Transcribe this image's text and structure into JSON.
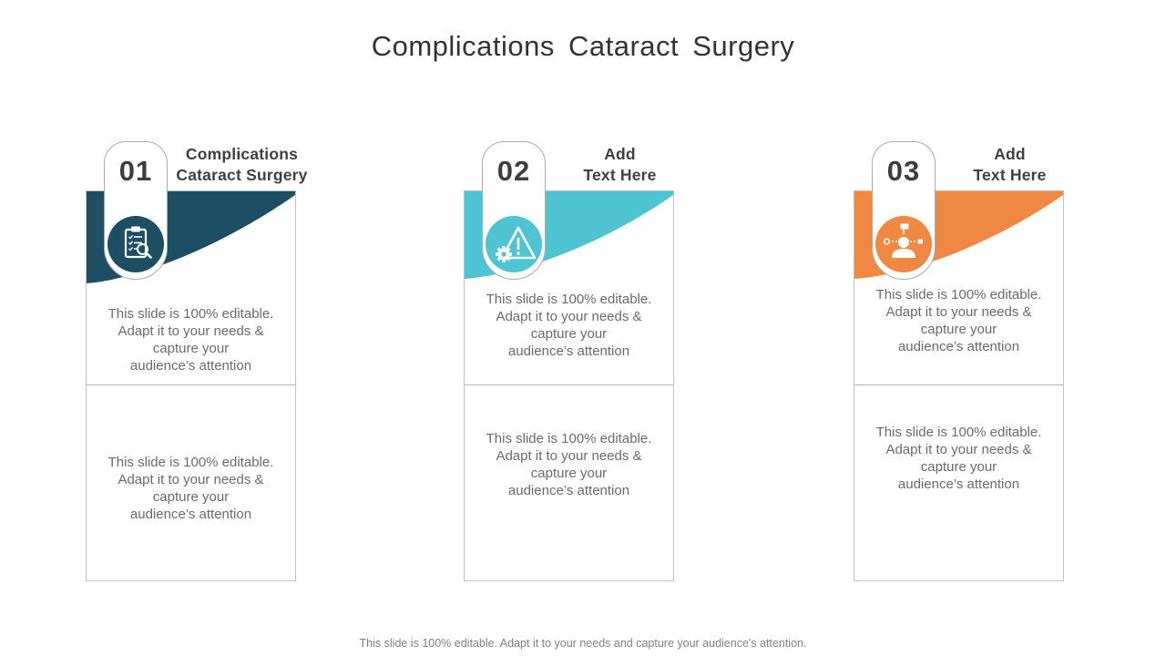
{
  "title": "Complications Cataract Surgery",
  "footer": "This slide is 100% editable. Adapt it to your needs and capture your audience's attention.",
  "colors": {
    "accent_dark_teal": "#1d4e63",
    "accent_teal": "#4ec3d1",
    "accent_orange": "#ef8843",
    "title_text": "#333333",
    "heading_text": "#404040",
    "body_text": "#6a6a6a",
    "card_border": "#c2c2c2"
  },
  "cards": [
    {
      "number": "01",
      "heading": "Complications\nCataract Surgery",
      "icon": "clipboard-search-icon",
      "accent": "#1d4e63",
      "body_top": "This slide is 100% editable.\nAdapt it to your needs &\ncapture your\naudience’s attention",
      "body_bottom": "This slide is 100% editable.\nAdapt it to your needs &\ncapture your\naudience’s attention"
    },
    {
      "number": "02",
      "heading": "Add\nText Here",
      "icon": "warning-gear-icon",
      "accent": "#4ec3d1",
      "body_top": "This slide is 100% editable.\nAdapt it to your needs &\ncapture your\naudience’s attention",
      "body_bottom": "This slide is 100% editable.\nAdapt it to your needs &\ncapture your\naudience’s attention"
    },
    {
      "number": "03",
      "heading": "Add\nText Here",
      "icon": "person-network-icon",
      "accent": "#ef8843",
      "body_top": "This slide is 100% editable.\nAdapt it to your needs &\ncapture your\naudience’s attention",
      "body_bottom": "This slide is 100% editable.\nAdapt it to your needs &\ncapture your\naudience’s attention"
    }
  ]
}
